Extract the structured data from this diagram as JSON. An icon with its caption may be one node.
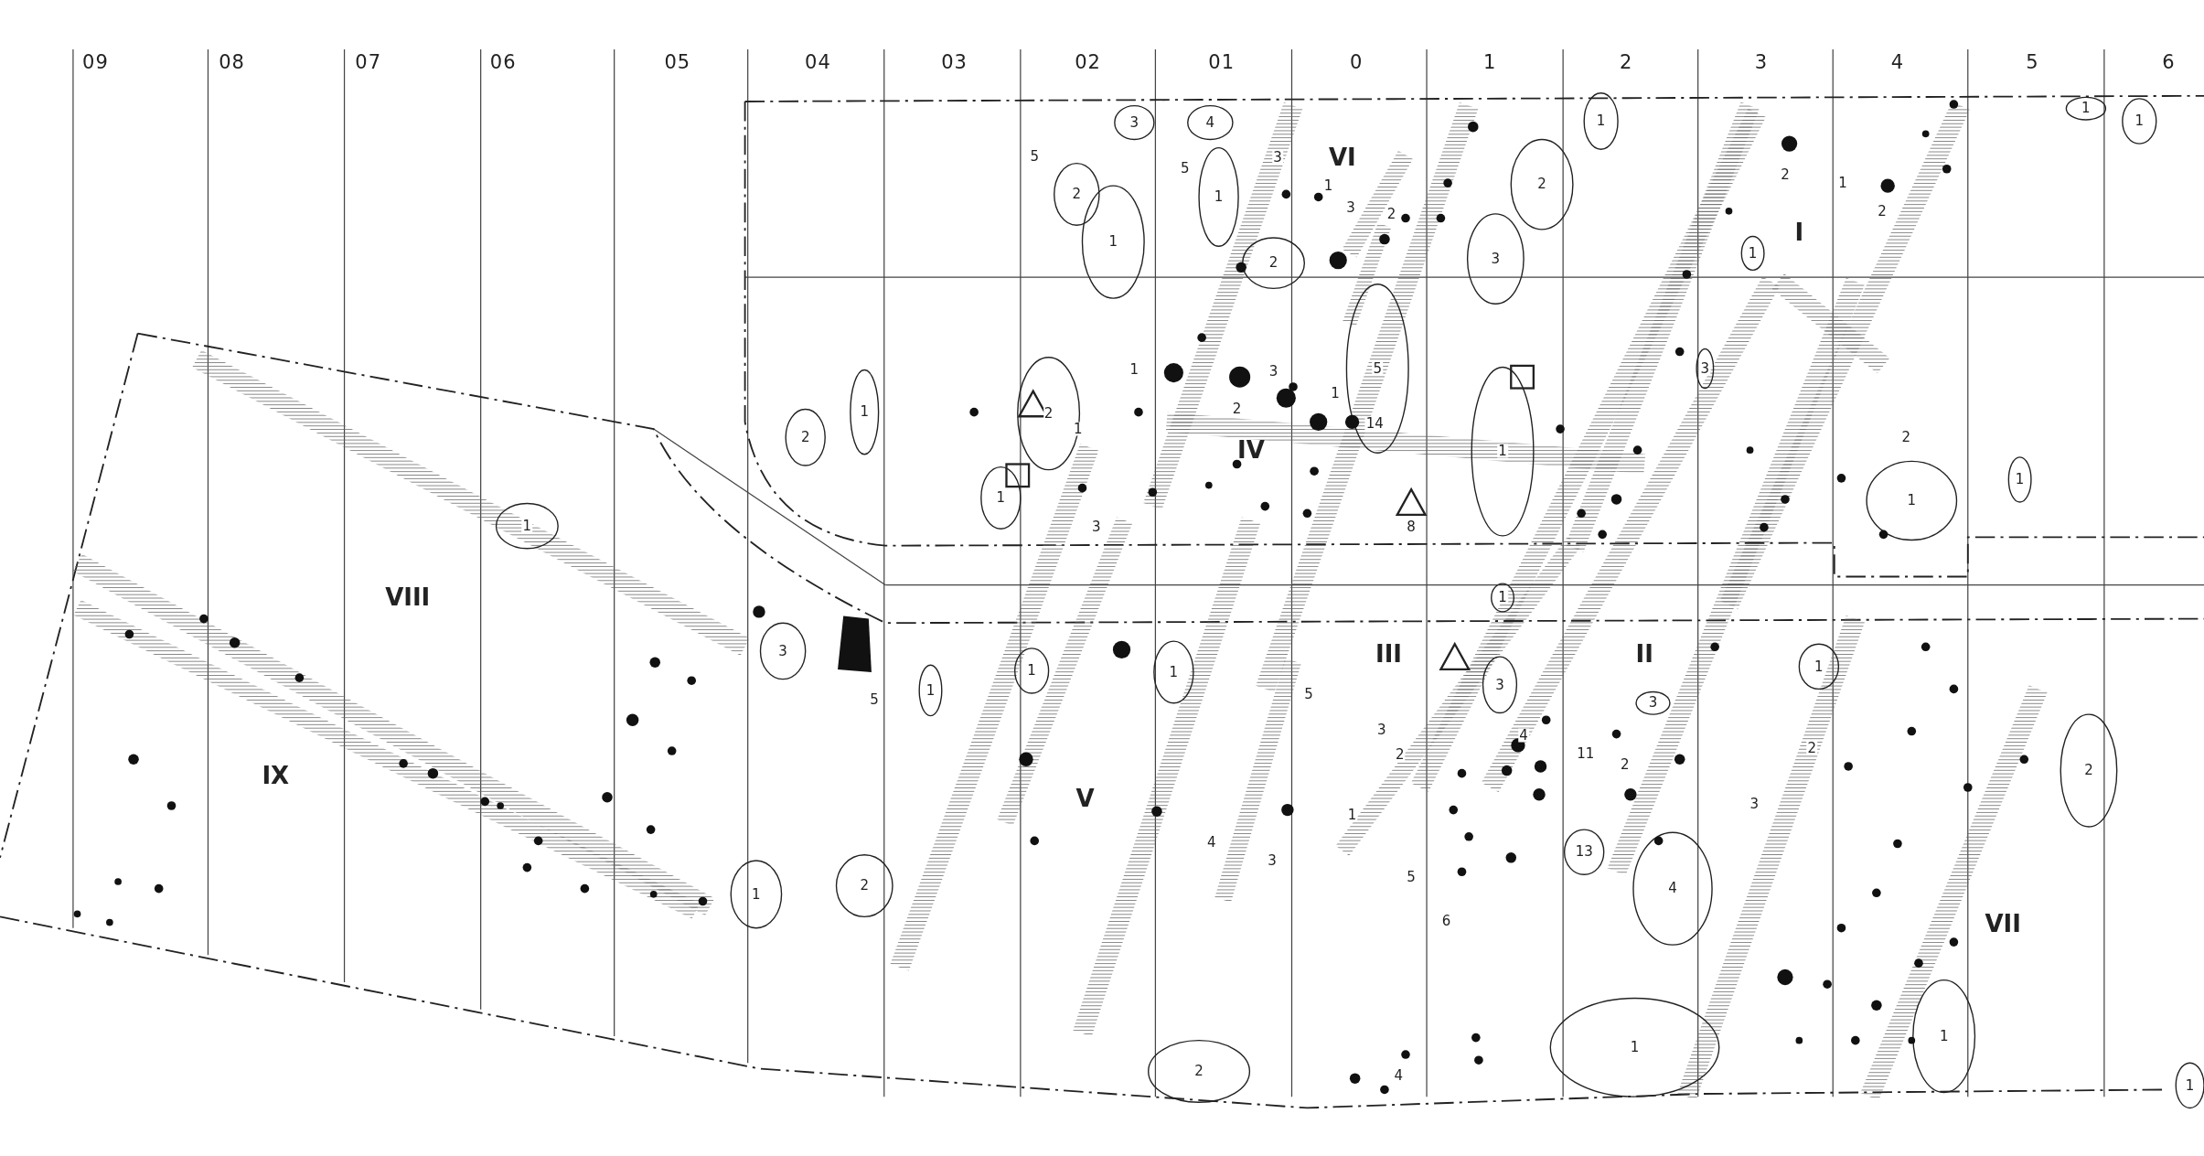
{
  "diagram": {
    "labels": [
      "09",
      "08",
      "07",
      "06",
      "05",
      "04",
      "03",
      "02",
      "01",
      "0",
      "1",
      "2",
      "3",
      "4",
      "5",
      "6",
      "VI",
      "I",
      "IV",
      "VIII",
      "III",
      "II",
      "IX",
      "V",
      "VII",
      "3",
      "4",
      "1",
      "1",
      "1",
      "5",
      "5",
      "3",
      "2",
      "2",
      "1",
      "1",
      "3",
      "2",
      "2",
      "1",
      "2",
      "1",
      "2",
      "3",
      "1",
      "1",
      "3",
      "5",
      "3",
      "2",
      "1",
      "2",
      "1",
      "2",
      "1",
      "14",
      "2",
      "1",
      "1",
      "1",
      "1",
      "1",
      "3",
      "8",
      "1",
      "3",
      "5",
      "1",
      "1",
      "1",
      "5",
      "3",
      "3",
      "1",
      "3",
      "2",
      "4",
      "11",
      "2",
      "2",
      "2",
      "1",
      "3",
      "1",
      "2",
      "4",
      "3",
      "5",
      "13",
      "4",
      "6",
      "2",
      "4",
      "1",
      "1",
      "1"
    ]
  }
}
